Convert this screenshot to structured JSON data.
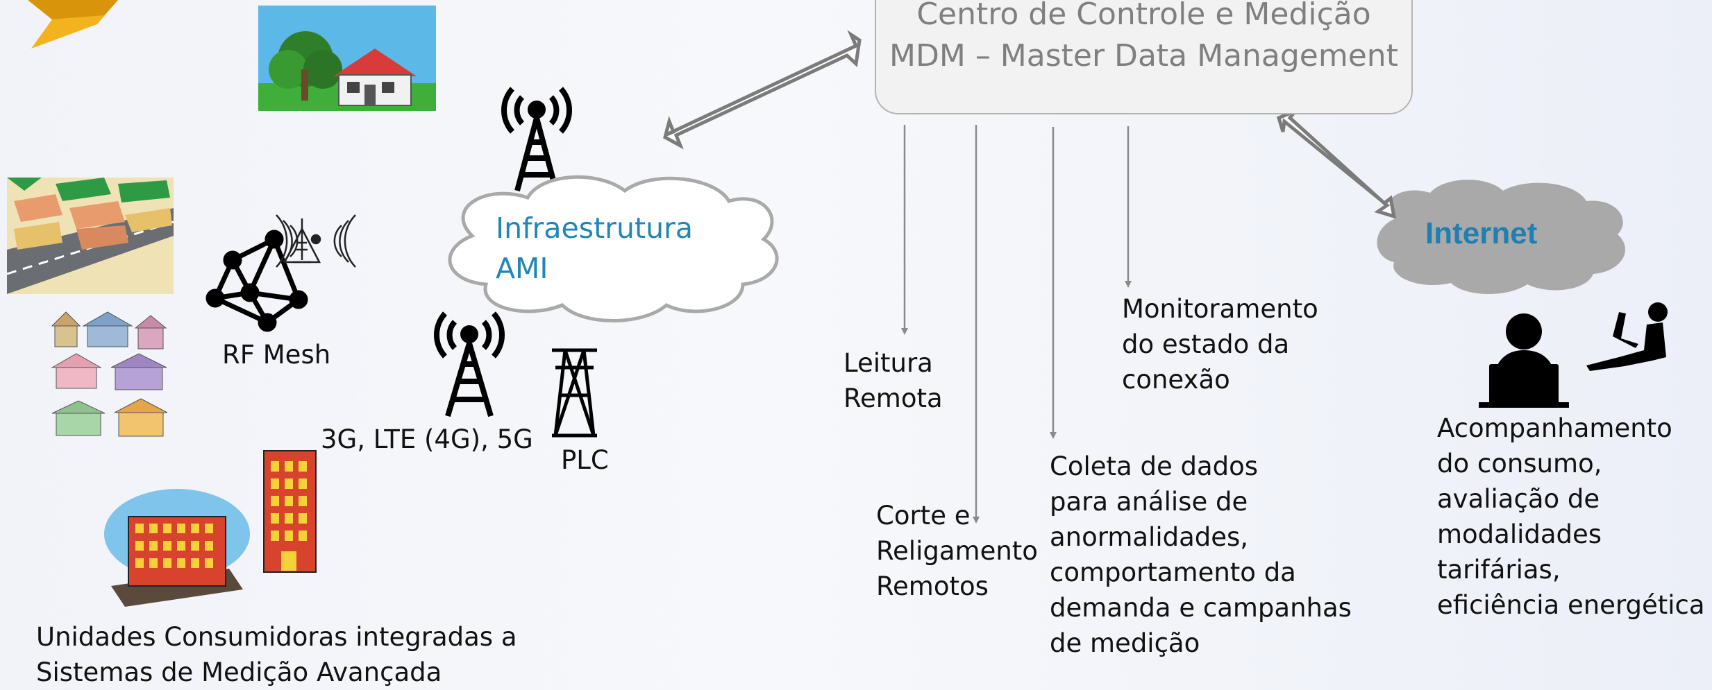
{
  "mdm": {
    "line1": "Centro de Controle e Medição",
    "line2": "MDM – Master Data Management"
  },
  "ami": {
    "line1": "Infraestrutura",
    "line2": "AMI"
  },
  "internet": {
    "label": "Internet"
  },
  "labels": {
    "rf_mesh": "RF Mesh",
    "cellular": "3G, LTE (4G), 5G",
    "plc": "PLC",
    "consumers": "Unidades Consumidoras integradas a\nSistemas de Medição Avançada"
  },
  "functions": [
    {
      "text": "Leitura\nRemota"
    },
    {
      "text": "Corte e\nReligamento\nRemotos"
    },
    {
      "text": "Coleta de dados\npara análise de\nanormalidades,\ncomportamento da\ndemanda e campanhas\nde medição"
    },
    {
      "text": "Monitoramento\ndo estado da\nconexão"
    }
  ],
  "consumer_services": "Acompanhamento\ndo consumo,\navaliação de\nmodalidades tarifárias,\neficiência energética",
  "colors": {
    "ami_text": "#1f86b8",
    "internet_text": "#1f7fb0",
    "arrow": "#7b7b7b",
    "cloud_gray": "#a9a9a9",
    "mdm_text": "#7f7f7f"
  }
}
